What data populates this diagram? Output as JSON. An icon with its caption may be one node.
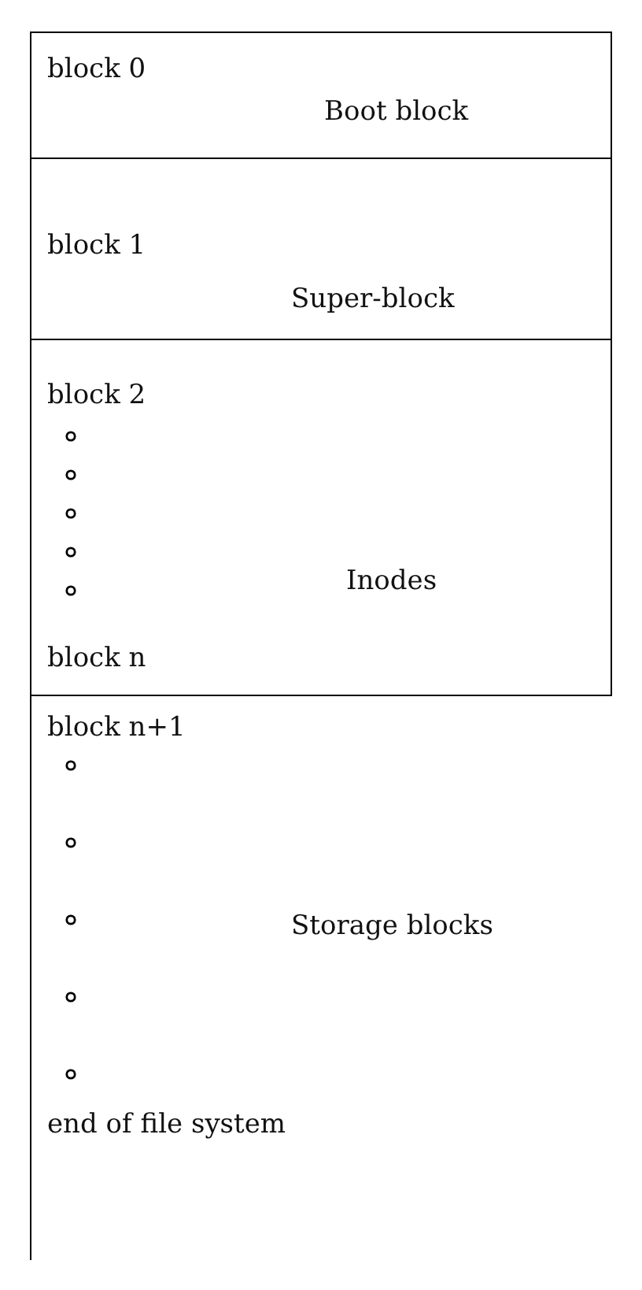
{
  "diagram": {
    "nodes": [
      {
        "text": [
          "block 0",
          "Boot block"
        ]
      },
      {
        "text": [
          "block 1",
          "Super-block"
        ]
      },
      {
        "text": [
          "block 2",
          "Inodes",
          "block n"
        ]
      },
      {
        "text": [
          "block n+1",
          "Storage blocks",
          "end of file system"
        ]
      }
    ]
  }
}
